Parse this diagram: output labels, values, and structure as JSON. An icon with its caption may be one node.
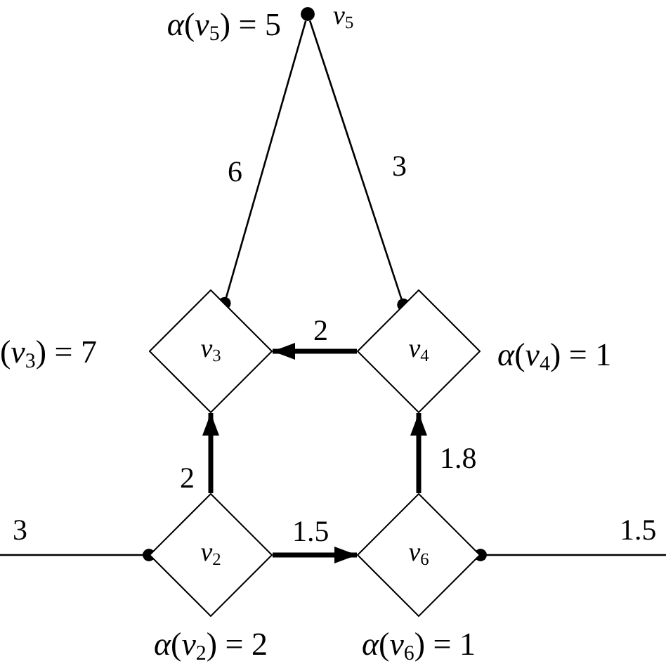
{
  "diagram": {
    "nodes": [
      {
        "text": [
          "*v*$_{5}$"
        ],
        "beside": [
          "*α*(*v*$_{5}$) = 5"
        ]
      },
      {
        "text": [
          "*v*$_{3}$"
        ],
        "beside": [
          "(*v*$_{3}$) = 7"
        ]
      },
      {
        "text": [
          "*v*$_{4}$"
        ],
        "beside": [
          "*α*(*v*$_{4}$) = 1"
        ]
      },
      {
        "text": [
          "*v*$_{2}$"
        ],
        "beside": [
          "*α*(*v*$_{2}$) = 2"
        ]
      },
      {
        "text": [
          "*v*$_{6}$"
        ],
        "beside": [
          "*α*(*v*$_{6}$) = 1"
        ]
      }
    ],
    "edges": [
      {
        "from": 0,
        "to": 1,
        "arrow": "other",
        "label": "6"
      },
      {
        "from": 0,
        "to": 2,
        "arrow": "other",
        "label": "3"
      },
      {
        "from": 2,
        "to": 1,
        "arrow": "to",
        "label": "2",
        "style": "thick"
      },
      {
        "from": 3,
        "to": 1,
        "arrow": "to",
        "label": "2",
        "style": "thick"
      },
      {
        "from": 3,
        "to": 4,
        "arrow": "to",
        "label": "1.5",
        "style": "thick"
      },
      {
        "from": 4,
        "to": 2,
        "arrow": "to",
        "label": "1.8",
        "style": "thick"
      },
      {
        "from": null,
        "to": 3,
        "arrow": "other",
        "label": "3"
      },
      {
        "from": null,
        "to": 4,
        "arrow": "other",
        "label": "1.5"
      }
    ]
  }
}
